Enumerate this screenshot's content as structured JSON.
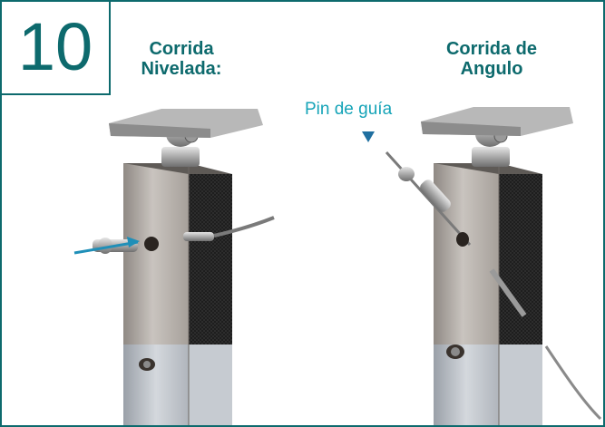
{
  "step": {
    "number": "10"
  },
  "headings": {
    "left": {
      "line1": "Corrida",
      "line2": "Nivelada:"
    },
    "right": {
      "line1": "Corrida de",
      "line2": "Angulo"
    }
  },
  "callout": {
    "label": "Pin de guía"
  },
  "colors": {
    "brand": "#0d6a6d",
    "callout": "#16a4b8",
    "arrow": "#1f8fb8"
  },
  "icons": {
    "insert_arrow": "arrow-right-icon",
    "pointer": "triangle-down-icon"
  }
}
